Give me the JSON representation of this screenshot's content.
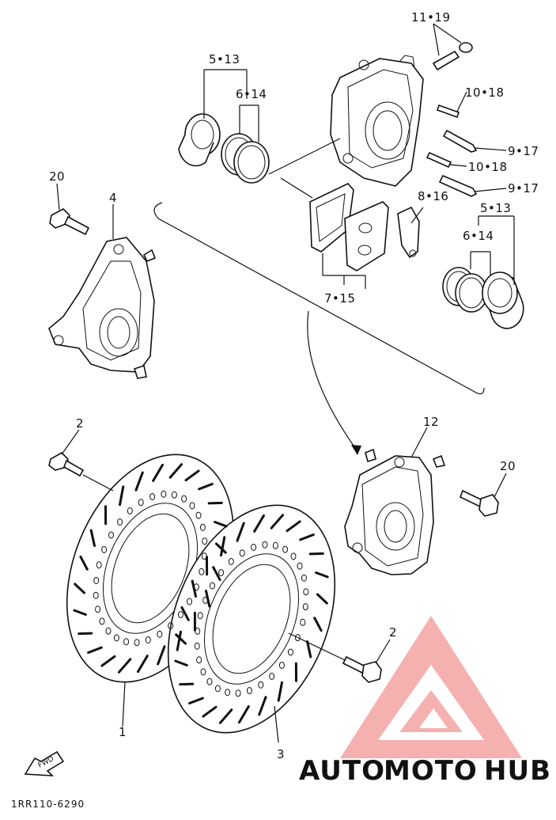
{
  "diagram": {
    "callouts": [
      {
        "id": "c-11-19",
        "text": "11•19"
      },
      {
        "id": "c-5-13-a",
        "text": "5•13"
      },
      {
        "id": "c-6-14-a",
        "text": "6•14"
      },
      {
        "id": "c-10-18-a",
        "text": "10•18"
      },
      {
        "id": "c-9-17-a",
        "text": "9•17"
      },
      {
        "id": "c-10-18-b",
        "text": "10•18"
      },
      {
        "id": "c-9-17-b",
        "text": "9•17"
      },
      {
        "id": "c-8-16",
        "text": "8•16"
      },
      {
        "id": "c-5-13-b",
        "text": "5•13"
      },
      {
        "id": "c-6-14-b",
        "text": "6•14"
      },
      {
        "id": "c-7-15",
        "text": "7•15"
      },
      {
        "id": "c-20-a",
        "text": "20"
      },
      {
        "id": "c-4",
        "text": "4"
      },
      {
        "id": "c-12",
        "text": "12"
      },
      {
        "id": "c-2-a",
        "text": "2"
      },
      {
        "id": "c-20-b",
        "text": "20"
      },
      {
        "id": "c-2-b",
        "text": "2"
      },
      {
        "id": "c-1",
        "text": "1"
      },
      {
        "id": "c-3",
        "text": "3"
      }
    ],
    "fwd_label": "FWD",
    "drawing_code": "1RR110-6290"
  },
  "watermark": {
    "text_a": "AUTO",
    "text_b": "MOTO",
    "text_c": "HUB",
    "color_a": "#f5c89a",
    "color_b": "#f3a08a",
    "color_c": "#9a9a9a",
    "logo_color": "#f4a3a3"
  }
}
